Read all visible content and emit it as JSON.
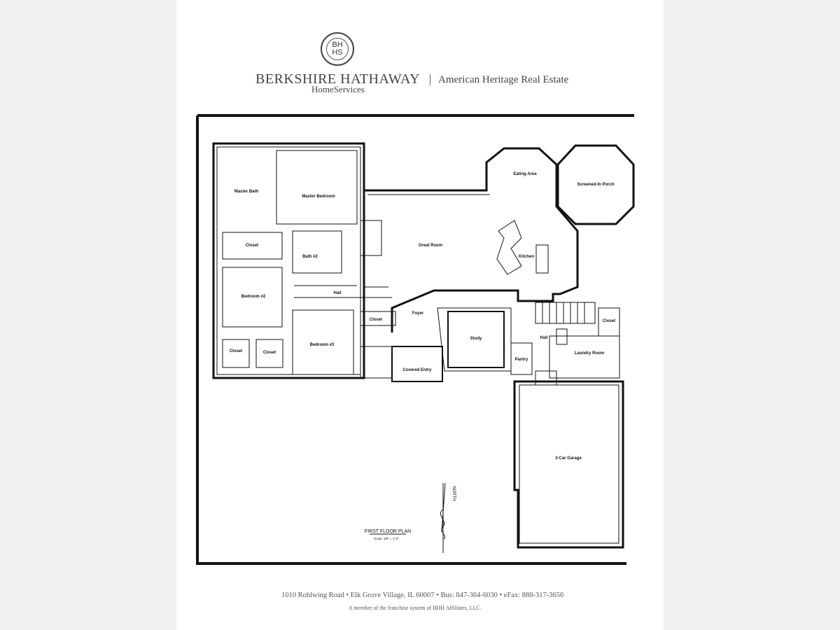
{
  "header": {
    "logo_text": "BH HS",
    "brand": "BERKSHIRE HATHAWAY",
    "brand_sub": "HomeServices",
    "office": "American Heritage Real Estate"
  },
  "plan": {
    "title": "FIRST FLOOR PLAN",
    "scale": "Scale: 1/8\" = 1'-0\"",
    "north": "NORTH",
    "rooms": {
      "master_bath": "Master Bath",
      "master_bedroom": "Master Bedroom",
      "closet_master": "Closet",
      "bath2": "Bath #2",
      "bedroom2": "Bedroom #2",
      "hall_west": "Hall",
      "closet_a": "Closet",
      "closet_b": "Closet",
      "bedroom3": "Bedroom #3",
      "foyer": "Foyer",
      "closet_foyer": "Closet",
      "covered_entry": "Covered Entry",
      "great_room": "Great Room",
      "eating_area": "Eating Area",
      "screened_porch": "Screened-In Porch",
      "kitchen": "Kitchen",
      "study": "Study",
      "pantry": "Pantry",
      "hall_east": "Hall",
      "laundry": "Laundry Room",
      "closet_east": "Closet",
      "garage": "3-Car Garage"
    }
  },
  "footer": {
    "address": "1010 Rohlwing Road • Elk Grove Village, IL 60007 • Bus: 847-364-6030 • eFax: 888-317-3656",
    "member": "A member of the franchise system of BHH Affiliates, LLC."
  }
}
